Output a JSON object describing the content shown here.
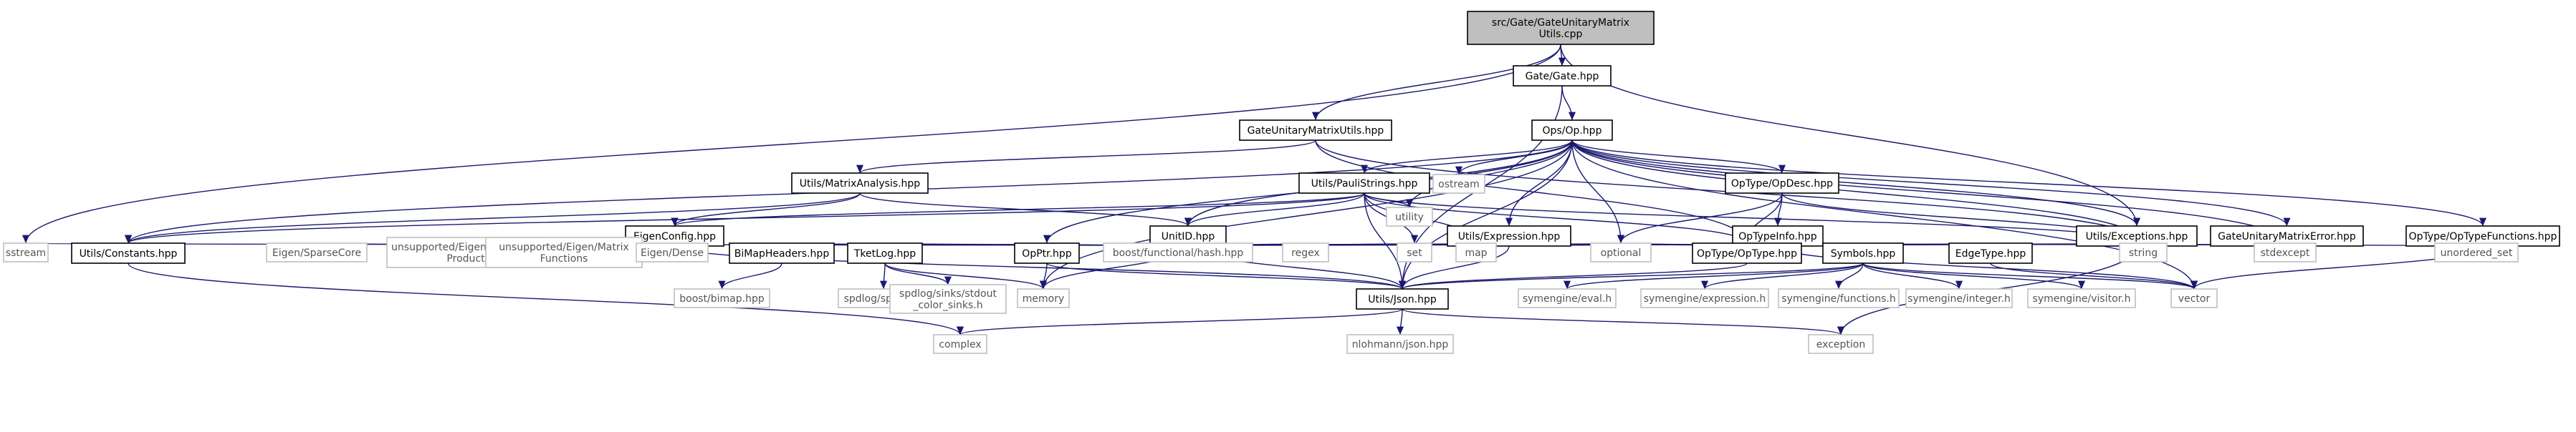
{
  "graph": {
    "title": "src/Gate/GateUnitaryMatrixUtils.cpp",
    "colors": {
      "edge": "#191970",
      "root_fill": "#bfbfbf",
      "root_stroke": "#000000",
      "local_fill": "#ffffff",
      "local_stroke": "#000000",
      "system_fill": "#ffffff",
      "system_stroke": "#bfbfbf",
      "system_text": "#555555",
      "text": "#000000"
    },
    "nodes": [
      {
        "id": "root",
        "lines": [
          "src/Gate/GateUnitaryMatrix",
          "Utils.cpp"
        ],
        "kind": "root"
      },
      {
        "id": "gate_hpp",
        "lines": [
          "Gate/Gate.hpp"
        ],
        "kind": "local"
      },
      {
        "id": "gumu_hpp",
        "lines": [
          "GateUnitaryMatrixUtils.hpp"
        ],
        "kind": "local"
      },
      {
        "id": "op_hpp",
        "lines": [
          "Ops/Op.hpp"
        ],
        "kind": "local"
      },
      {
        "id": "matrix_analysis",
        "lines": [
          "Utils/MatrixAnalysis.hpp"
        ],
        "kind": "local"
      },
      {
        "id": "pauli_strings",
        "lines": [
          "Utils/PauliStrings.hpp"
        ],
        "kind": "local"
      },
      {
        "id": "ostream",
        "lines": [
          "ostream"
        ],
        "kind": "system"
      },
      {
        "id": "opdesc",
        "lines": [
          "OpType/OpDesc.hpp"
        ],
        "kind": "local"
      },
      {
        "id": "eigen_config",
        "lines": [
          "EigenConfig.hpp"
        ],
        "kind": "local"
      },
      {
        "id": "unitid",
        "lines": [
          "UnitID.hpp"
        ],
        "kind": "local"
      },
      {
        "id": "utility",
        "lines": [
          "utility"
        ],
        "kind": "system"
      },
      {
        "id": "expression",
        "lines": [
          "Utils/Expression.hpp"
        ],
        "kind": "local"
      },
      {
        "id": "optypeinfo",
        "lines": [
          "OpTypeInfo.hpp"
        ],
        "kind": "local"
      },
      {
        "id": "exceptions",
        "lines": [
          "Utils/Exceptions.hpp"
        ],
        "kind": "local"
      },
      {
        "id": "gumerror",
        "lines": [
          "GateUnitaryMatrixError.hpp"
        ],
        "kind": "local"
      },
      {
        "id": "optypefunctions",
        "lines": [
          "OpType/OpTypeFunctions.hpp"
        ],
        "kind": "local"
      },
      {
        "id": "sstream",
        "lines": [
          "sstream"
        ],
        "kind": "system"
      },
      {
        "id": "constants",
        "lines": [
          "Utils/Constants.hpp"
        ],
        "kind": "local"
      },
      {
        "id": "eigen_sparse",
        "lines": [
          "Eigen/SparseCore"
        ],
        "kind": "system"
      },
      {
        "id": "eigen_kron",
        "lines": [
          "unsupported/Eigen/Kronecker",
          "Product"
        ],
        "kind": "system"
      },
      {
        "id": "eigen_matfun",
        "lines": [
          "unsupported/Eigen/Matrix",
          "Functions"
        ],
        "kind": "system"
      },
      {
        "id": "eigen_dense",
        "lines": [
          "Eigen/Dense"
        ],
        "kind": "system"
      },
      {
        "id": "bimapheaders",
        "lines": [
          "BiMapHeaders.hpp"
        ],
        "kind": "local"
      },
      {
        "id": "tketlog",
        "lines": [
          "TketLog.hpp"
        ],
        "kind": "local"
      },
      {
        "id": "boost_hash",
        "lines": [
          "boost/functional/hash.hpp"
        ],
        "kind": "system"
      },
      {
        "id": "regex",
        "lines": [
          "regex"
        ],
        "kind": "system"
      },
      {
        "id": "opptr",
        "lines": [
          "OpPtr.hpp"
        ],
        "kind": "local"
      },
      {
        "id": "set",
        "lines": [
          "set"
        ],
        "kind": "system"
      },
      {
        "id": "map",
        "lines": [
          "map"
        ],
        "kind": "system"
      },
      {
        "id": "optional",
        "lines": [
          "optional"
        ],
        "kind": "system"
      },
      {
        "id": "optype",
        "lines": [
          "OpType/OpType.hpp"
        ],
        "kind": "local"
      },
      {
        "id": "symbols",
        "lines": [
          "Symbols.hpp"
        ],
        "kind": "local"
      },
      {
        "id": "edgetype",
        "lines": [
          "EdgeType.hpp"
        ],
        "kind": "local"
      },
      {
        "id": "string",
        "lines": [
          "string"
        ],
        "kind": "system"
      },
      {
        "id": "stdexcept",
        "lines": [
          "stdexcept"
        ],
        "kind": "system"
      },
      {
        "id": "unordered_set",
        "lines": [
          "unordered_set"
        ],
        "kind": "system"
      },
      {
        "id": "boost_bimap",
        "lines": [
          "boost/bimap.hpp"
        ],
        "kind": "system"
      },
      {
        "id": "spdlog",
        "lines": [
          "spdlog/spdlog.h"
        ],
        "kind": "system"
      },
      {
        "id": "spdlog_sinks",
        "lines": [
          "spdlog/sinks/stdout",
          "_color_sinks.h"
        ],
        "kind": "system"
      },
      {
        "id": "memory",
        "lines": [
          "memory"
        ],
        "kind": "system"
      },
      {
        "id": "json",
        "lines": [
          "Utils/Json.hpp"
        ],
        "kind": "local"
      },
      {
        "id": "symeng_eval",
        "lines": [
          "symengine/eval.h"
        ],
        "kind": "system"
      },
      {
        "id": "symeng_expr",
        "lines": [
          "symengine/expression.h"
        ],
        "kind": "system"
      },
      {
        "id": "symeng_func",
        "lines": [
          "symengine/functions.h"
        ],
        "kind": "system"
      },
      {
        "id": "symeng_int",
        "lines": [
          "symengine/integer.h"
        ],
        "kind": "system"
      },
      {
        "id": "symeng_visitor",
        "lines": [
          "symengine/visitor.h"
        ],
        "kind": "system"
      },
      {
        "id": "vector",
        "lines": [
          "vector"
        ],
        "kind": "system"
      },
      {
        "id": "complex",
        "lines": [
          "complex"
        ],
        "kind": "system"
      },
      {
        "id": "nlohmann",
        "lines": [
          "nlohmann/json.hpp"
        ],
        "kind": "system"
      },
      {
        "id": "exception",
        "lines": [
          "exception"
        ],
        "kind": "system"
      }
    ],
    "edges": [
      [
        "root",
        "gate_hpp"
      ],
      [
        "root",
        "gumu_hpp"
      ],
      [
        "root",
        "sstream"
      ],
      [
        "root",
        "exceptions"
      ],
      [
        "gate_hpp",
        "op_hpp"
      ],
      [
        "gate_hpp",
        "json"
      ],
      [
        "gumu_hpp",
        "matrix_analysis"
      ],
      [
        "gumu_hpp",
        "optype"
      ],
      [
        "gumu_hpp",
        "string"
      ],
      [
        "op_hpp",
        "pauli_strings"
      ],
      [
        "op_hpp",
        "ostream"
      ],
      [
        "op_hpp",
        "opdesc"
      ],
      [
        "op_hpp",
        "unitid"
      ],
      [
        "op_hpp",
        "utility"
      ],
      [
        "op_hpp",
        "expression"
      ],
      [
        "op_hpp",
        "exceptions"
      ],
      [
        "op_hpp",
        "gumerror"
      ],
      [
        "op_hpp",
        "optypefunctions"
      ],
      [
        "op_hpp",
        "constants"
      ],
      [
        "op_hpp",
        "opptr"
      ],
      [
        "op_hpp",
        "optional"
      ],
      [
        "op_hpp",
        "memory"
      ],
      [
        "op_hpp",
        "json"
      ],
      [
        "op_hpp",
        "stdexcept"
      ],
      [
        "op_hpp",
        "vector"
      ],
      [
        "op_hpp",
        "string"
      ],
      [
        "matrix_analysis",
        "eigen_config"
      ],
      [
        "matrix_analysis",
        "unitid"
      ],
      [
        "matrix_analysis",
        "constants"
      ],
      [
        "pauli_strings",
        "eigen_config"
      ],
      [
        "pauli_strings",
        "unitid"
      ],
      [
        "pauli_strings",
        "utility"
      ],
      [
        "pauli_strings",
        "constants"
      ],
      [
        "pauli_strings",
        "set"
      ],
      [
        "pauli_strings",
        "map"
      ],
      [
        "pauli_strings",
        "json"
      ],
      [
        "pauli_strings",
        "string"
      ],
      [
        "pauli_strings",
        "optype"
      ],
      [
        "opdesc",
        "optypeinfo"
      ],
      [
        "opdesc",
        "optype"
      ],
      [
        "opdesc",
        "optional"
      ],
      [
        "opdesc",
        "string"
      ],
      [
        "eigen_config",
        "eigen_sparse"
      ],
      [
        "eigen_config",
        "eigen_kron"
      ],
      [
        "eigen_config",
        "eigen_matfun"
      ],
      [
        "eigen_config",
        "eigen_dense"
      ],
      [
        "eigen_config",
        "json"
      ],
      [
        "unitid",
        "bimapheaders"
      ],
      [
        "unitid",
        "tketlog"
      ],
      [
        "unitid",
        "boost_hash"
      ],
      [
        "unitid",
        "regex"
      ],
      [
        "unitid",
        "set"
      ],
      [
        "unitid",
        "map"
      ],
      [
        "unitid",
        "optional"
      ],
      [
        "unitid",
        "memory"
      ],
      [
        "unitid",
        "json"
      ],
      [
        "unitid",
        "string"
      ],
      [
        "unitid",
        "sstream"
      ],
      [
        "expression",
        "set"
      ],
      [
        "expression",
        "map"
      ],
      [
        "expression",
        "optional"
      ],
      [
        "expression",
        "symbols"
      ],
      [
        "expression",
        "json"
      ],
      [
        "optypeinfo",
        "map"
      ],
      [
        "optypeinfo",
        "optional"
      ],
      [
        "optypeinfo",
        "optype"
      ],
      [
        "optypeinfo",
        "edgetype"
      ],
      [
        "optypeinfo",
        "vector"
      ],
      [
        "optypeinfo",
        "string"
      ],
      [
        "exceptions",
        "string"
      ],
      [
        "exceptions",
        "stdexcept"
      ],
      [
        "exceptions",
        "exception"
      ],
      [
        "gumerror",
        "string"
      ],
      [
        "gumerror",
        "stdexcept"
      ],
      [
        "optypefunctions",
        "optype"
      ],
      [
        "optypefunctions",
        "unordered_set"
      ],
      [
        "optypefunctions",
        "vector"
      ],
      [
        "constants",
        "complex"
      ],
      [
        "bimapheaders",
        "boost_bimap"
      ],
      [
        "tketlog",
        "spdlog"
      ],
      [
        "tketlog",
        "spdlog_sinks"
      ],
      [
        "tketlog",
        "memory"
      ],
      [
        "opptr",
        "memory"
      ],
      [
        "opptr",
        "json"
      ],
      [
        "optype",
        "json"
      ],
      [
        "symbols",
        "symeng_eval"
      ],
      [
        "symbols",
        "symeng_expr"
      ],
      [
        "symbols",
        "symeng_func"
      ],
      [
        "symbols",
        "symeng_int"
      ],
      [
        "symbols",
        "symeng_visitor"
      ],
      [
        "symbols",
        "json"
      ],
      [
        "symbols",
        "vector"
      ],
      [
        "edgetype",
        "vector"
      ],
      [
        "json",
        "complex"
      ],
      [
        "json",
        "nlohmann"
      ],
      [
        "json",
        "exception"
      ]
    ]
  }
}
